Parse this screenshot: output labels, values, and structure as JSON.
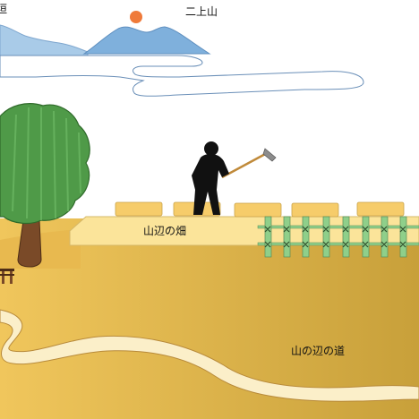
{
  "labels": {
    "top_left_fragment": "垣",
    "mountain": "二上山",
    "field": "山辺の畑",
    "road": "山の辺の道"
  },
  "colors": {
    "sky": "#ffffff",
    "sun": "#ef7a3a",
    "mountain_light": "#a9cbe8",
    "mountain_mid": "#7fb0dc",
    "river_outline": "#6a8fb8",
    "field_gradient_left": "#f0c65c",
    "field_gradient_right": "#c8a03a",
    "field_plot": "#fbe49a",
    "bed": "#f6cc6a",
    "road": "#fbefc9",
    "tree_crown": "#4f9a48",
    "tree_trunk": "#7a4a28",
    "fence": "#8fcf8a",
    "farmer": "#111111"
  },
  "icons": {
    "farmer": "farmer-with-hoe-icon",
    "tree": "tree-icon",
    "sun": "sun-icon",
    "fence": "bamboo-fence-icon",
    "torii": "shrine-gate-icon"
  }
}
